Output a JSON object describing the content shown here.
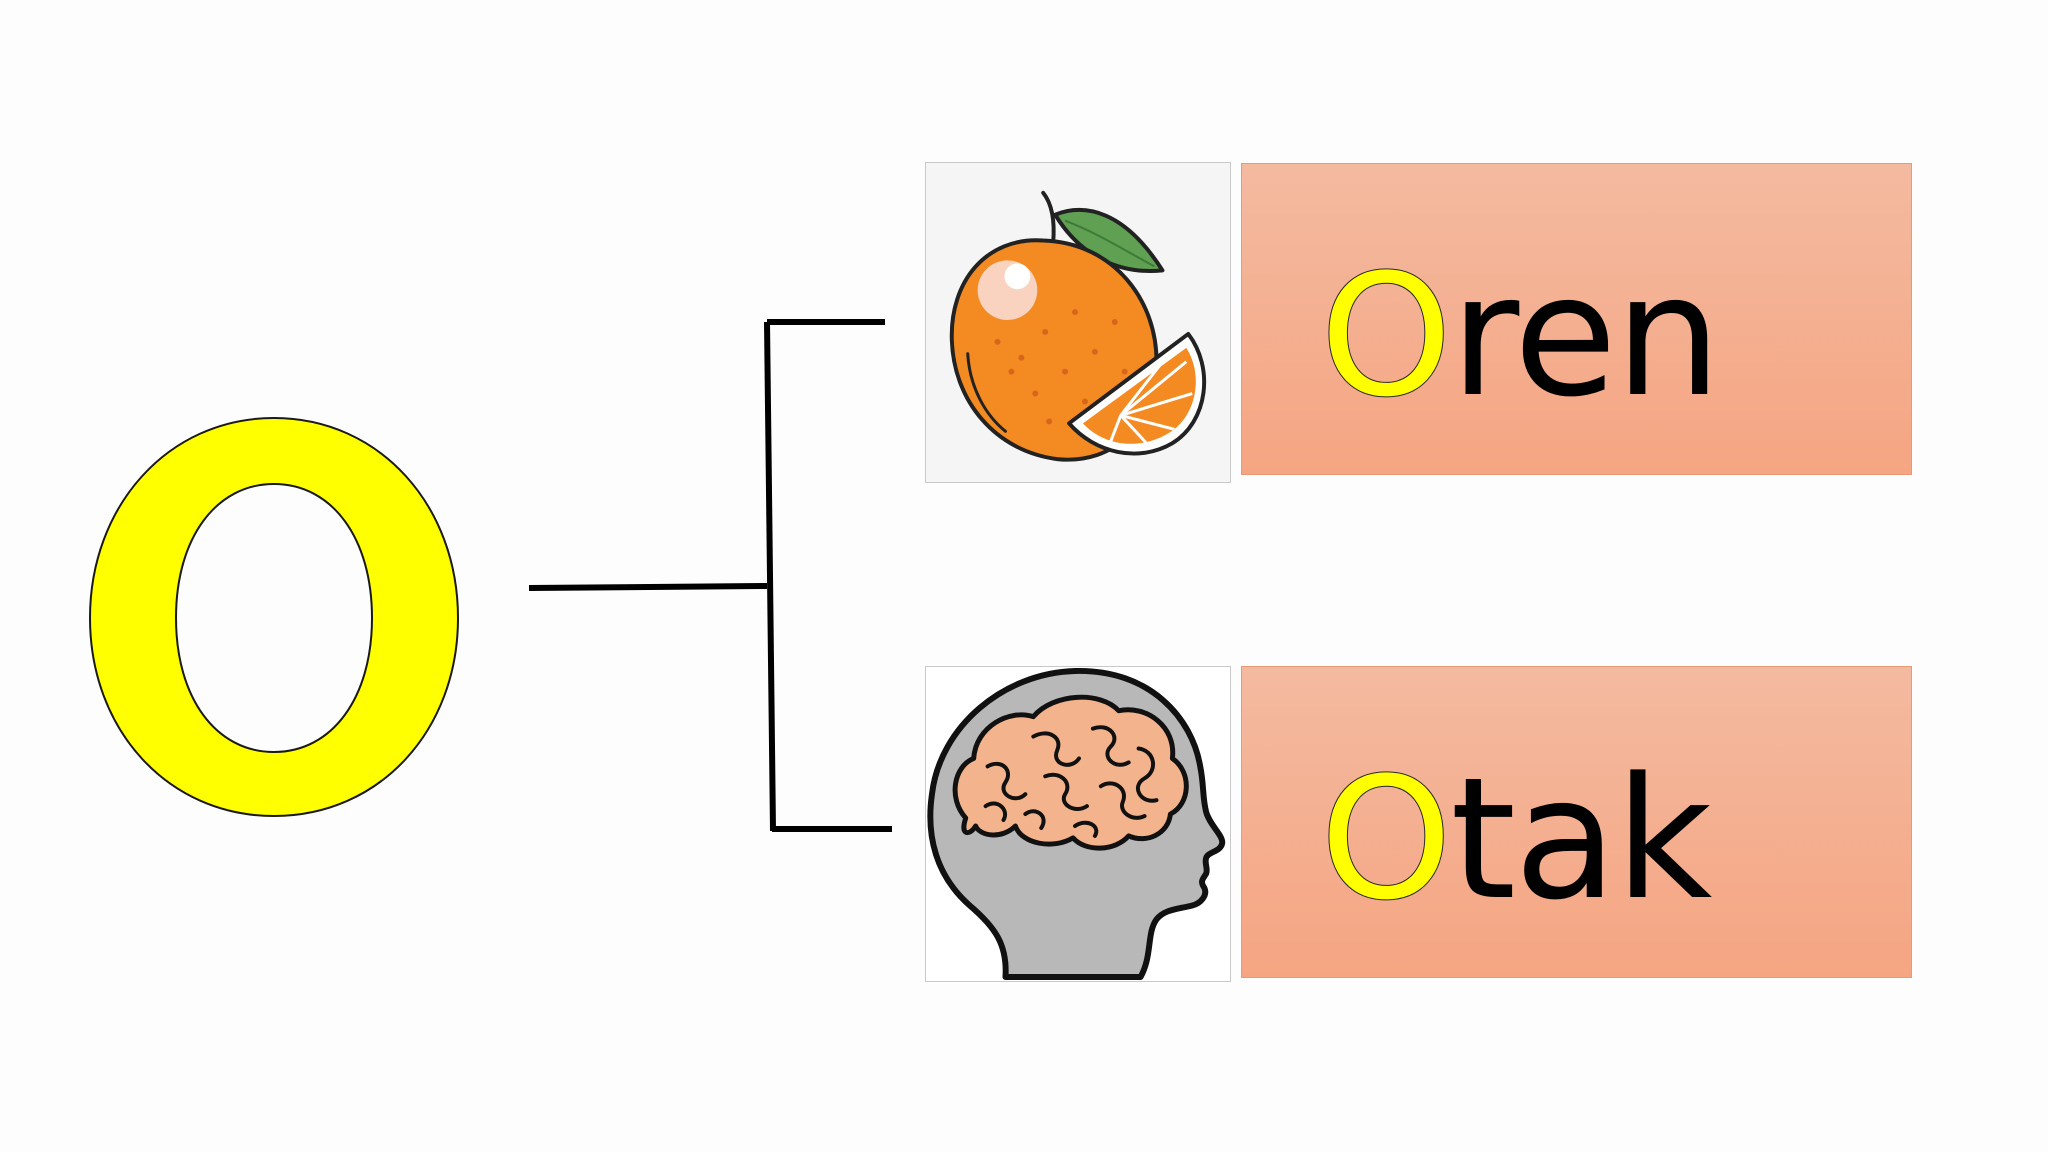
{
  "main_letter": "O",
  "colors": {
    "letter_fill": "#ffff00",
    "letter_outline": "#1a1a1a",
    "word_box": "#f5ad8c",
    "background": "#fdfdfd"
  },
  "items": [
    {
      "icon": "orange-fruit-icon",
      "first_letter": "O",
      "rest": "ren"
    },
    {
      "icon": "brain-head-icon",
      "first_letter": "O",
      "rest": "tak"
    }
  ]
}
